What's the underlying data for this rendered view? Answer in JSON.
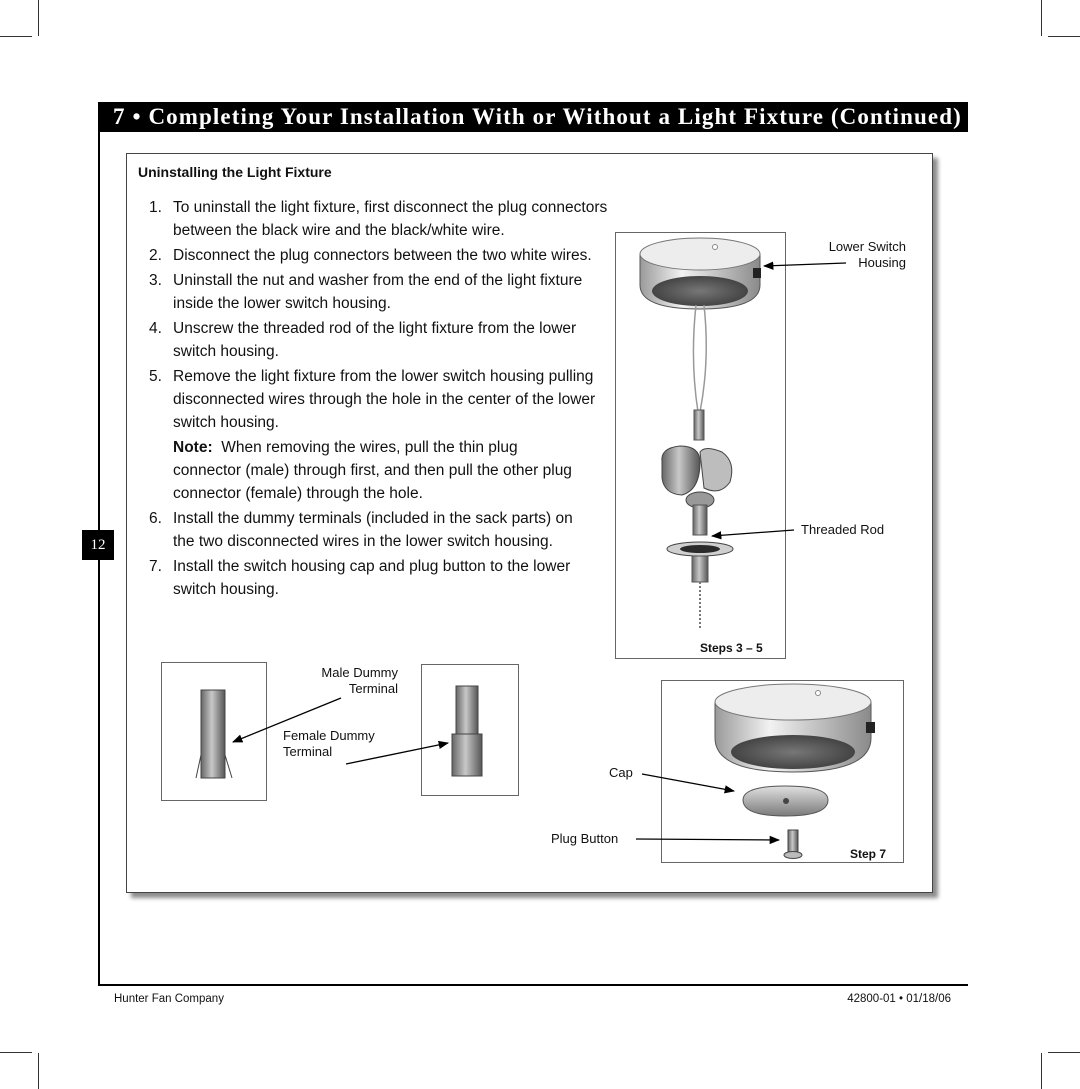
{
  "header": {
    "title": "7 • Completing Your Installation With or Without a Light Fixture (Continued)"
  },
  "page_number": "12",
  "section": {
    "heading": "Uninstalling the Light Fixture",
    "steps": [
      {
        "num": "1.",
        "text": "To uninstall the light fixture, first disconnect the plug connectors between the black wire and the black/white wire."
      },
      {
        "num": "2.",
        "text": "Disconnect the plug connectors between the two white wires."
      },
      {
        "num": "3.",
        "text": "Uninstall the nut and washer from the end of the light fixture inside the lower switch housing."
      },
      {
        "num": "4.",
        "text": "Unscrew the threaded rod of the light fixture from the lower switch housing."
      },
      {
        "num": "5.",
        "text": "Remove the light fixture from the lower switch housing pulling disconnected wires through the hole in the center of the lower switch housing."
      },
      {
        "num": "6.",
        "text": "Install the dummy terminals (included in the sack parts) on the two disconnected wires in the lower switch housing."
      },
      {
        "num": "7.",
        "text": "Install the switch housing cap and plug button to the lower switch housing."
      }
    ],
    "note_label": "Note:",
    "note_text": "When removing the wires, pull the thin plug connector (male) through first, and then pull the other plug connector (female) through the hole."
  },
  "figures": {
    "steps_3_5": {
      "caption": "Steps 3 – 5",
      "lower_switch_housing": "Lower Switch\nHousing",
      "threaded_rod": "Threaded Rod"
    },
    "terminals": {
      "male": "Male Dummy\nTerminal",
      "female": "Female Dummy\nTerminal"
    },
    "step_7": {
      "caption": "Step 7",
      "cap": "Cap",
      "plug_button": "Plug Button"
    }
  },
  "footer": {
    "company": "Hunter Fan Company",
    "doc_id": "42800-01 • 01/18/06"
  }
}
